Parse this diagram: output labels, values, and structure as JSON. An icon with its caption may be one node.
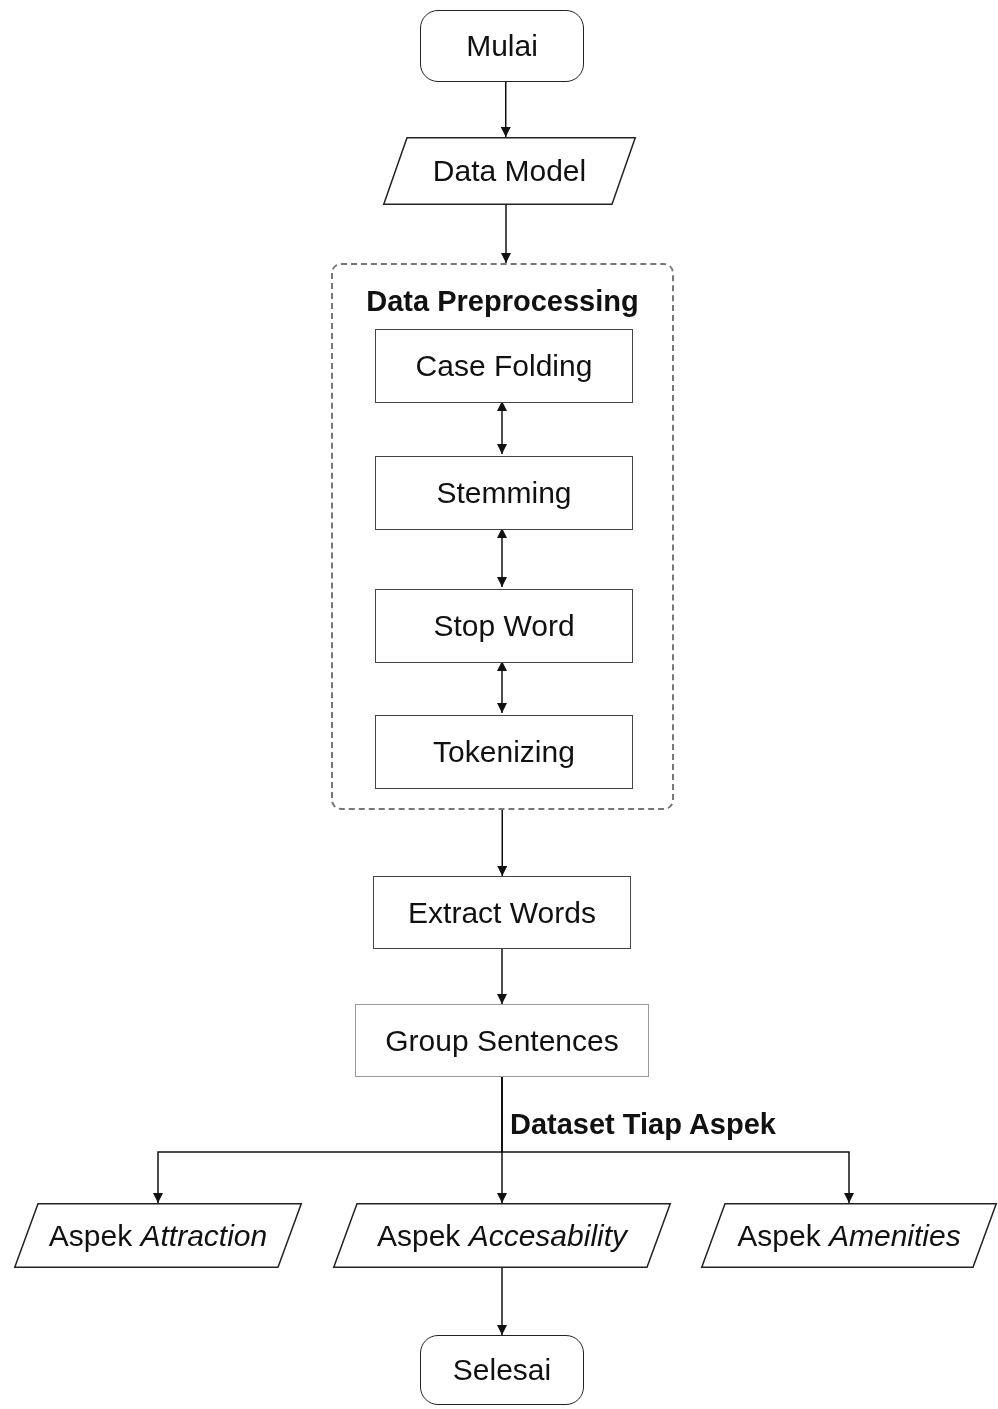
{
  "diagram": {
    "nodes": [
      {
        "text": [
          "Mulai"
        ]
      },
      {
        "text": [
          "Data Model"
        ]
      },
      {
        "text": [
          "Data Preprocessing"
        ]
      },
      {
        "text": [
          "Case Folding"
        ],
        "in": 2
      },
      {
        "text": [
          "Stemming"
        ],
        "in": 2
      },
      {
        "text": [
          "Stop Word"
        ],
        "in": 2
      },
      {
        "text": [
          "Tokenizing"
        ],
        "in": 2
      },
      {
        "text": [
          "Extract Words"
        ]
      },
      {
        "text": [
          "Group Sentences"
        ]
      },
      {
        "text": [
          "Aspek *Attraction*"
        ]
      },
      {
        "text": [
          "Aspek *Accesability*"
        ]
      },
      {
        "text": [
          "Aspek *Amenities*"
        ]
      },
      {
        "text": [
          "Selesai"
        ]
      }
    ],
    "edges": [
      {
        "from": 0,
        "to": 1,
        "arrow": "to"
      },
      {
        "from": 1,
        "to": 2,
        "arrow": "to"
      },
      {
        "from": 3,
        "to": 4,
        "arrow": "both"
      },
      {
        "from": 4,
        "to": 5,
        "arrow": "both"
      },
      {
        "from": 5,
        "to": 6,
        "arrow": "both"
      },
      {
        "from": 2,
        "to": 7,
        "arrow": "to"
      },
      {
        "from": 7,
        "to": 8,
        "arrow": "to"
      },
      {
        "from": 8,
        "to": 9,
        "arrow": "to"
      },
      {
        "from": 8,
        "to": 10,
        "arrow": "to",
        "label": "Dataset Tiap Aspek"
      },
      {
        "from": 8,
        "to": 11,
        "arrow": "to"
      },
      {
        "from": 10,
        "to": 12,
        "arrow": "to"
      }
    ]
  }
}
